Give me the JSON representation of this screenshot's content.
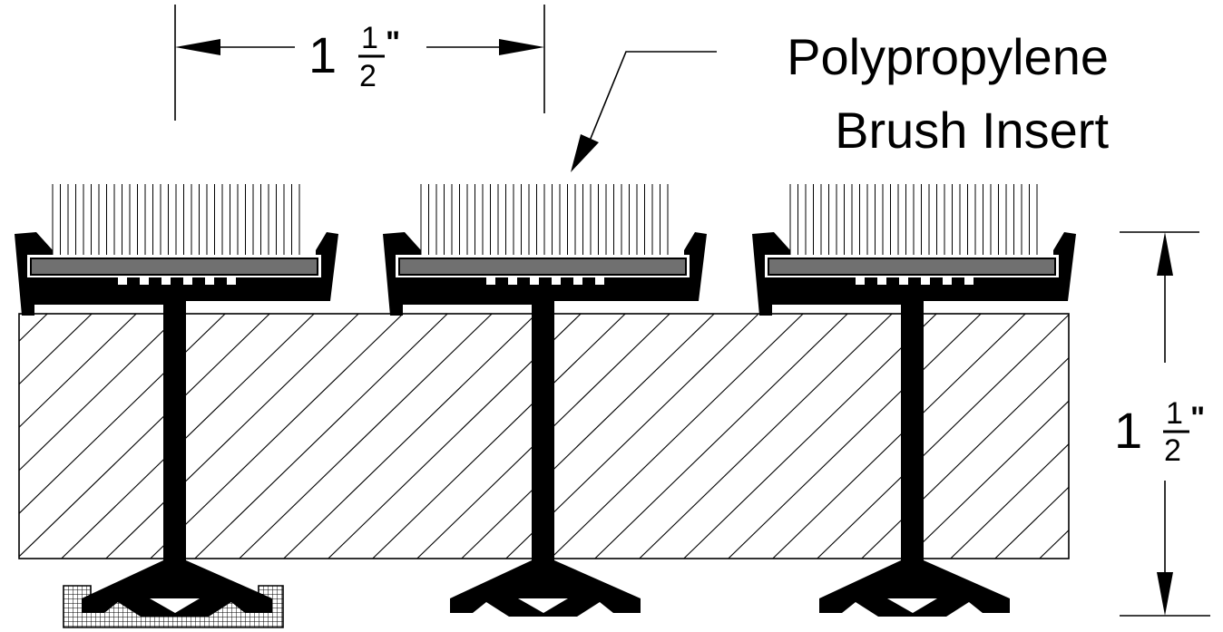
{
  "callout": {
    "line1": "Polypropylene",
    "line2": "Brush Insert"
  },
  "dimensions": {
    "horizontal": {
      "whole": "1",
      "numerator": "1",
      "denominator": "2",
      "unit": "\""
    },
    "vertical": {
      "whole": "1",
      "numerator": "1",
      "denominator": "2",
      "unit": "\""
    }
  },
  "colors": {
    "line": "#000000",
    "insert_fill": "#707070",
    "background": "#ffffff"
  },
  "modules": 3
}
